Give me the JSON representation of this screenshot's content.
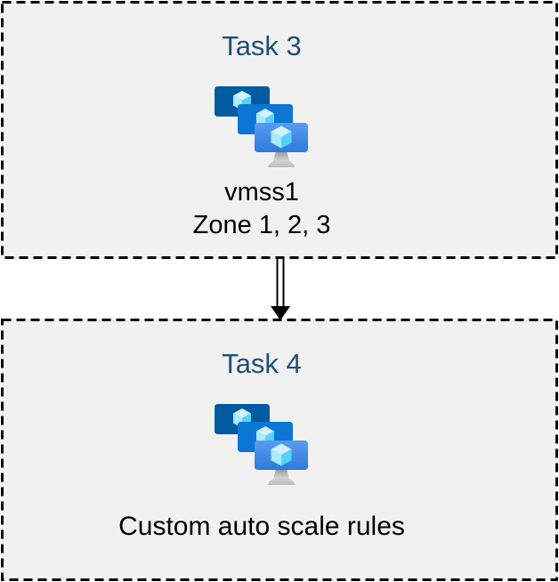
{
  "diagram": {
    "boxes": [
      {
        "id": "task-3",
        "title": "Task 3",
        "icon": "vmss-icon",
        "caption_lines": [
          "vmss1",
          "Zone 1, 2, 3"
        ]
      },
      {
        "id": "task-4",
        "title": "Task 4",
        "icon": "vmss-icon",
        "caption_lines": [
          "Custom auto scale rules"
        ]
      }
    ],
    "connector": {
      "type": "double-line-arrow",
      "direction": "down",
      "from": "task-3",
      "to": "task-4"
    },
    "colors": {
      "page_background": "#FFFFFF",
      "box_background": "#F1F1F1",
      "box_border": "#000000",
      "title_text": "#1F4E79",
      "caption_text": "#000000",
      "arrow": "#000000",
      "monitor_back": "#005BA1",
      "monitor_middle": "#0B76D4",
      "monitor_front_top": "#5C9CEE",
      "monitor_front_bottom": "#2D79DB",
      "cube_top": "#CFF3FF",
      "cube_left": "#A8ECFF",
      "cube_right": "#54D4F5",
      "stand_gray": "#C4C4C4"
    }
  }
}
